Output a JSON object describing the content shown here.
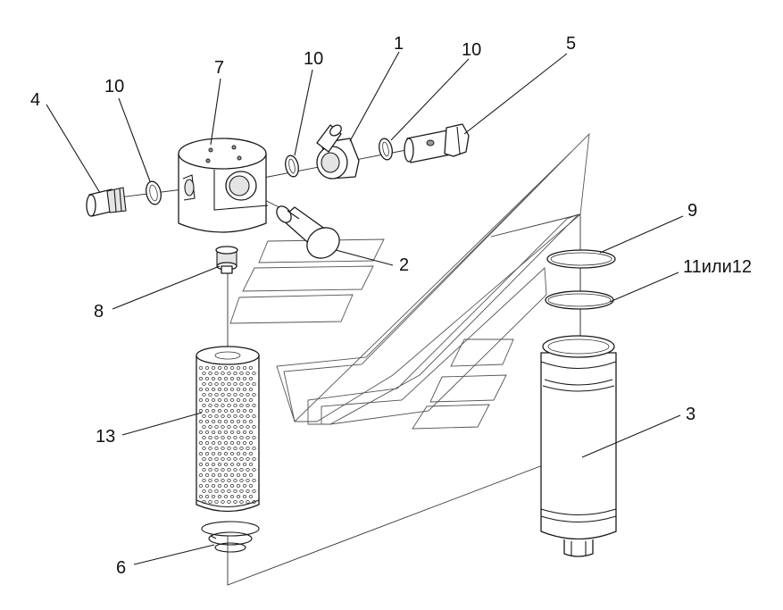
{
  "labels": {
    "l1": "1",
    "l2": "2",
    "l3": "3",
    "l4": "4",
    "l5": "5",
    "l6": "6",
    "l7": "7",
    "l8": "8",
    "l9": "9",
    "l10a": "10",
    "l10b": "10",
    "l10c": "10",
    "l11or12": "11или12",
    "l13": "13"
  }
}
